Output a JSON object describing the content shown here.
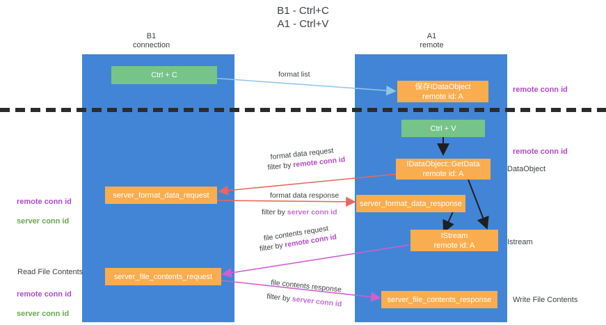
{
  "title": "B1 - Ctrl+C\nA1 - Ctrl+V",
  "columns": [
    {
      "name": "b1",
      "header": "B1\nconnection"
    },
    {
      "name": "a1",
      "header": "A1\nremote"
    }
  ],
  "nodes": [
    {
      "id": "ctrl_c",
      "label": "Ctrl + C",
      "color": "#76c48a"
    },
    {
      "id": "save_idataobject",
      "label": "保存IDataObject\nremote id: A",
      "color": "#f9ad4f"
    },
    {
      "id": "ctrl_v",
      "label": "Ctrl + V",
      "color": "#76c48a"
    },
    {
      "id": "idataobject_getdata",
      "label": "IDataObject::GetData\nremote id: A",
      "color": "#f9ad4f"
    },
    {
      "id": "server_format_data_request",
      "label": "server_format_data_request",
      "color": "#f9ad4f"
    },
    {
      "id": "server_format_data_response",
      "label": "server_format_data_response",
      "color": "#f9ad4f"
    },
    {
      "id": "istream",
      "label": "IStream\nremote id: A",
      "color": "#f9ad4f"
    },
    {
      "id": "server_file_contents_request",
      "label": "server_file_contents_request",
      "color": "#f9ad4f"
    },
    {
      "id": "server_file_contents_response",
      "label": "server_file_contents_response",
      "color": "#f9ad4f"
    }
  ],
  "edges": [
    {
      "id": "format_list",
      "label": "format list",
      "filter": "",
      "filter_prefix": "",
      "color": "#93c5e8"
    },
    {
      "id": "format_data_request",
      "label": "format data request",
      "filter": "remote conn id",
      "filter_prefix": "filter by ",
      "color": "#e8685d"
    },
    {
      "id": "format_data_response",
      "label": "format data response",
      "filter": "server conn id",
      "filter_prefix": "filter by ",
      "color": "#e8685d"
    },
    {
      "id": "file_contents_request",
      "label": "file contents request",
      "filter": "remote conn id",
      "filter_prefix": "filter by ",
      "color": "#cf5fd0"
    },
    {
      "id": "file_contents_response",
      "label": "file contents response",
      "filter": "server conn id",
      "filter_prefix": "filter by ",
      "color": "#cf5fd0"
    }
  ],
  "annotations": {
    "remote_conn_id_top": "remote conn id",
    "remote_conn_id_mid": "remote conn id",
    "dataobject": "DataObject",
    "istream": "Istream",
    "write_file_contents": "Write File Contents",
    "read_file_contents": "Read File Contents",
    "left_stack_mid_line1": "remote conn id",
    "left_stack_mid_line2": "server conn id",
    "left_stack_bottom_line1": "remote conn id",
    "left_stack_bottom_line2": "server conn id"
  },
  "colors": {
    "lane": "#4285d6",
    "green_node": "#76c48a",
    "orange_node": "#f9ad4f",
    "purple_text": "#b14bc9",
    "green_text": "#6aa84f",
    "red_arrow": "#e8685d",
    "magenta_arrow": "#cf5fd0",
    "blue_arrow": "#93c5e8",
    "divider": "#2b2b2b",
    "background": "#ffffff"
  }
}
